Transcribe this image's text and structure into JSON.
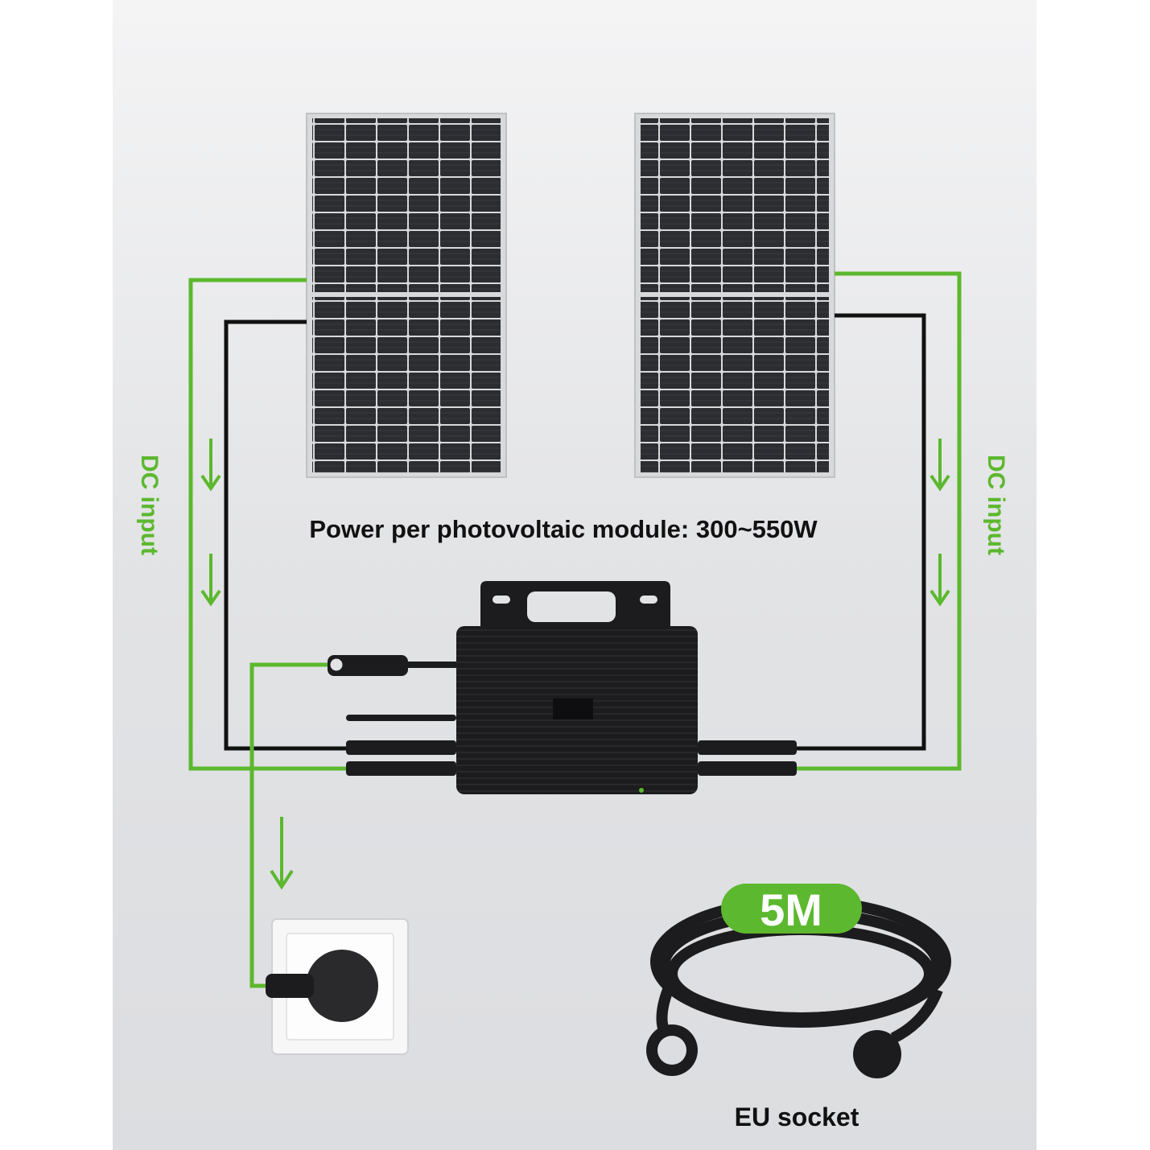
{
  "labels": {
    "dc_input_left": "DC input",
    "dc_input_right": "DC input",
    "module_power": "Power per photovoltaic module: 300~550W",
    "cable_length": "5M",
    "eu_socket": "EU socket"
  },
  "colors": {
    "wire_green": "#5cb82e",
    "wire_black": "#111111",
    "badge_green": "#5cb82e",
    "panel_cell": "#2b2d31",
    "inverter": "#1c1c1e"
  },
  "icons": [
    "solar-panel-icon",
    "microinverter-icon",
    "wall-socket-icon",
    "cable-coil-icon",
    "arrow-down-icon"
  ]
}
